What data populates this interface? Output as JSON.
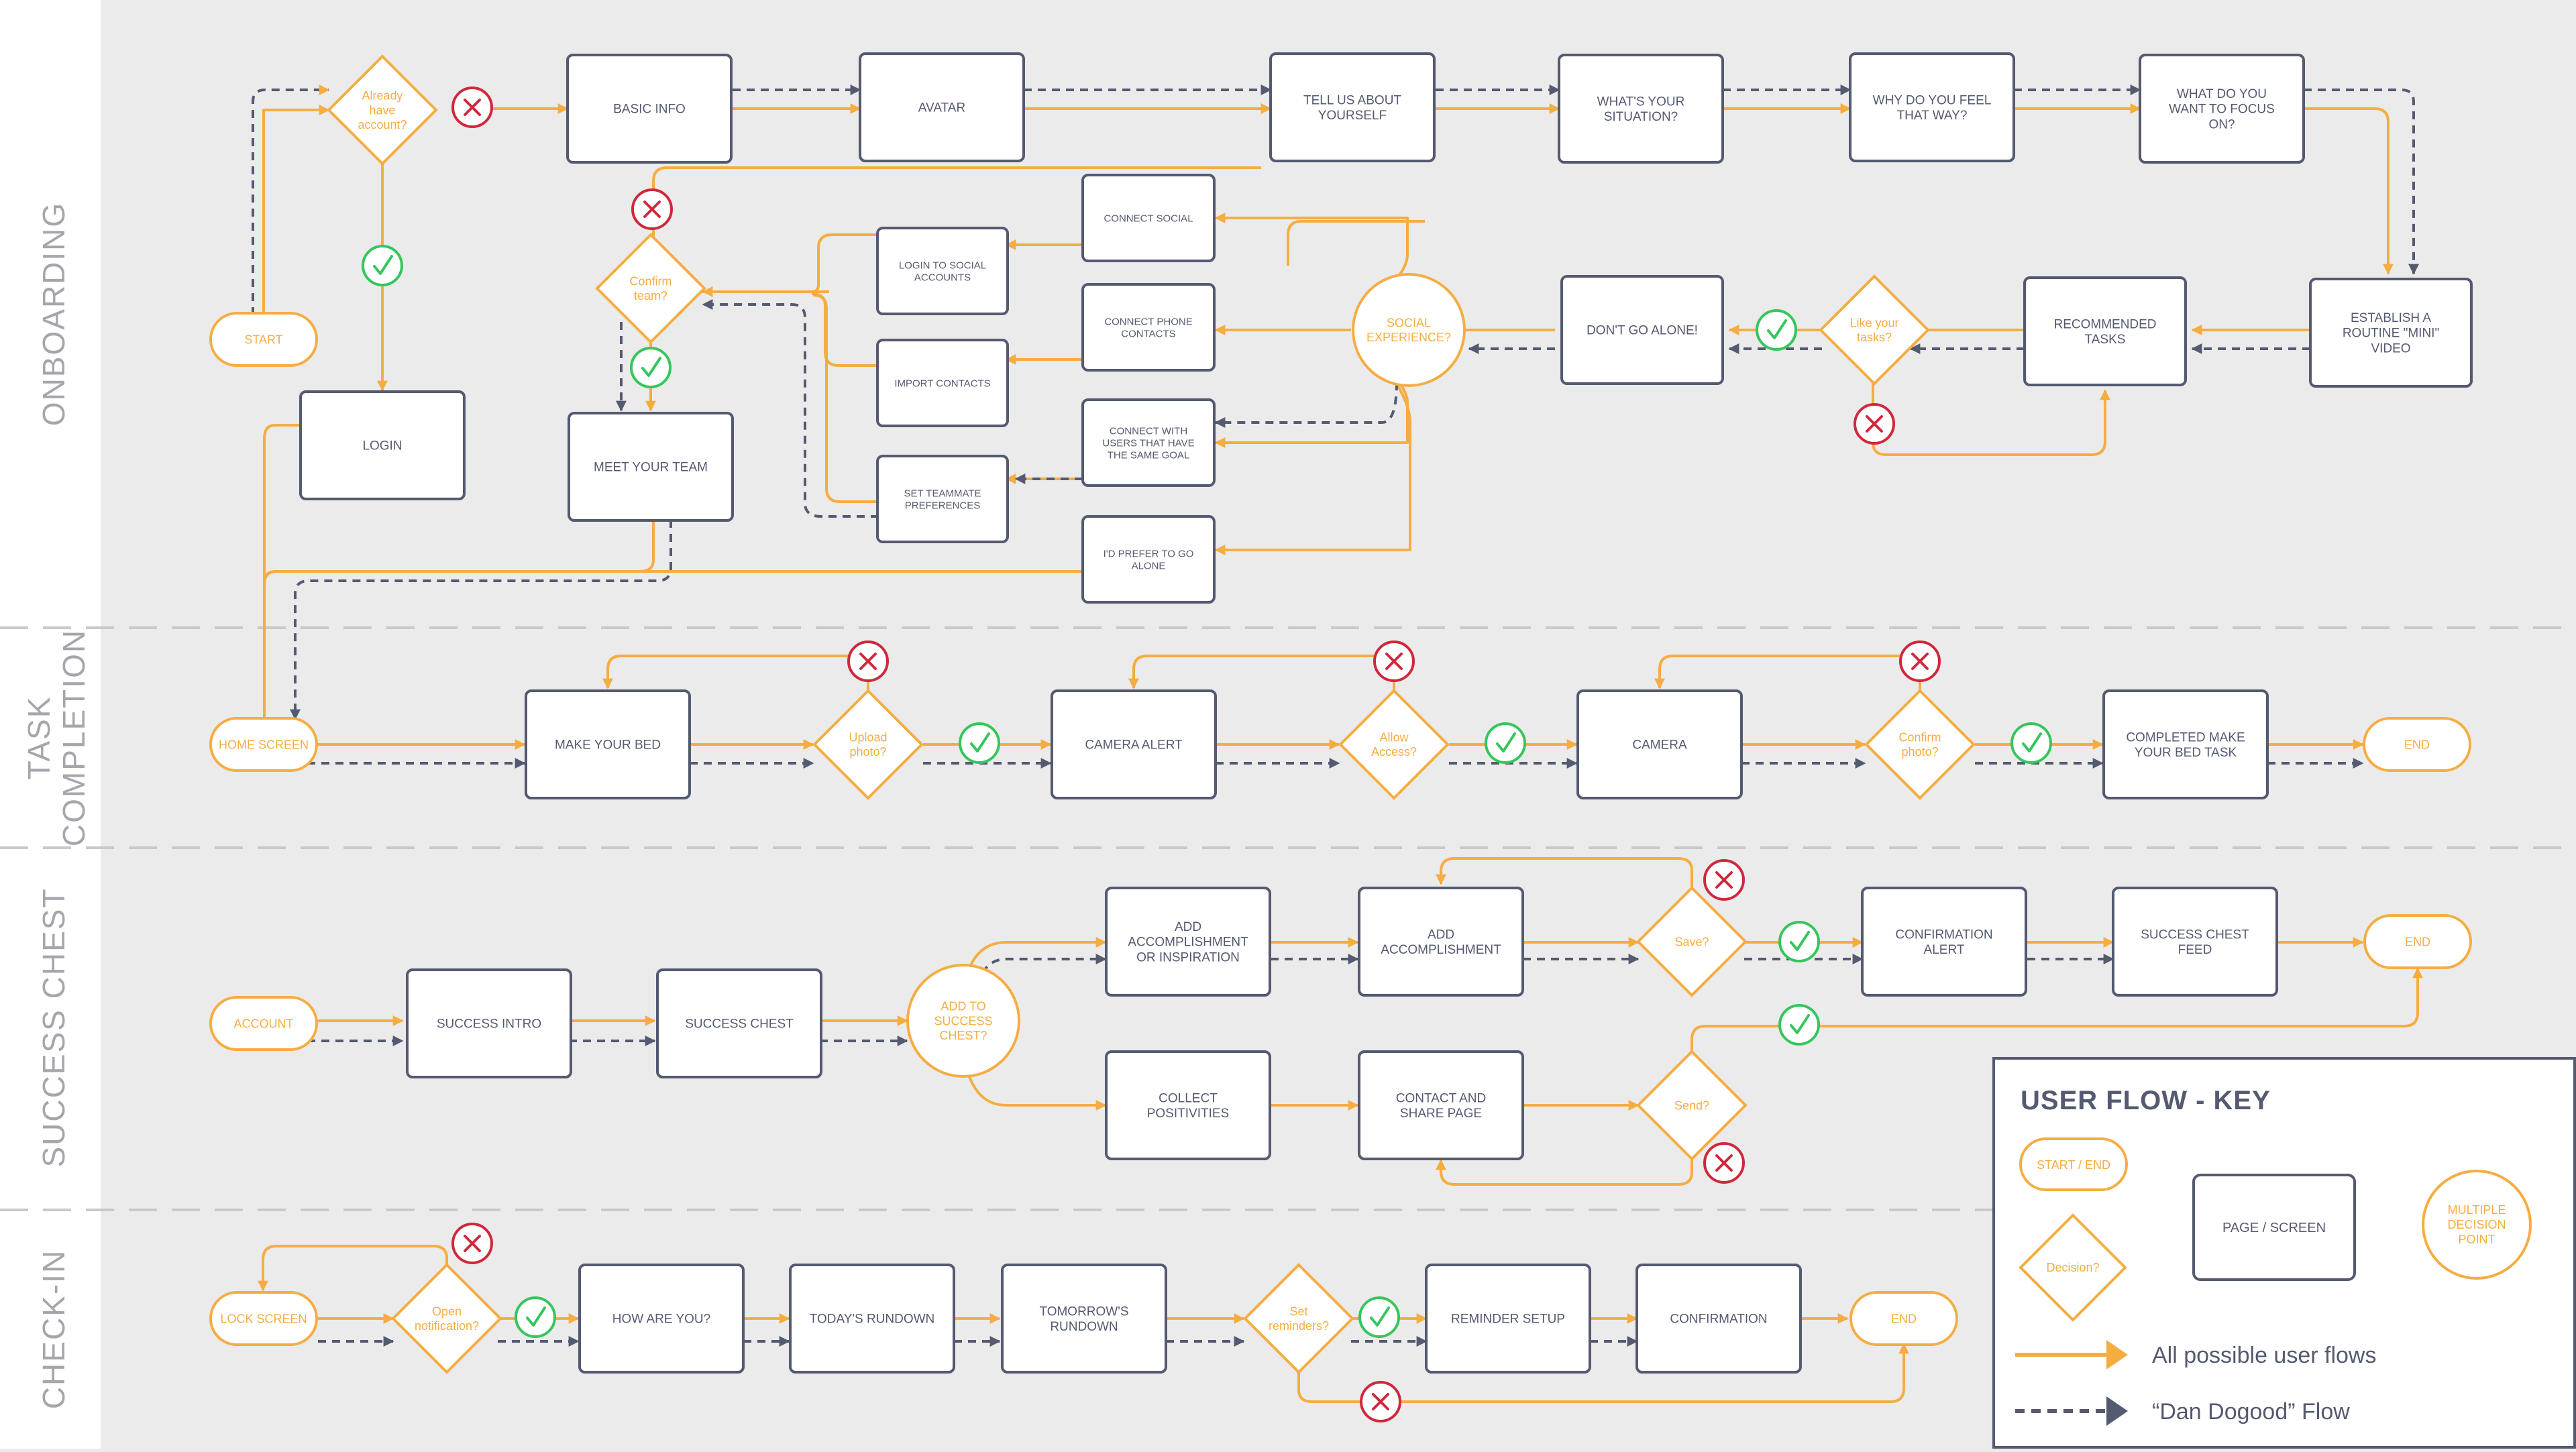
{
  "colors": {
    "background": "#ebebeb",
    "lane_header": "#ffffff",
    "lane_label": "#a4a6ab",
    "separator": "#c9c9cc",
    "orange": "#f5ad42",
    "navy": "#545a70",
    "red": "#d0283b",
    "green": "#35c65d",
    "node_fill": "#ffffff"
  },
  "lanes": [
    {
      "id": "onboarding",
      "label": "ONBOARDING"
    },
    {
      "id": "task",
      "label": "TASK|COMPLETION"
    },
    {
      "id": "success",
      "label": "SUCCESS CHEST"
    },
    {
      "id": "checkin",
      "label": "CHECK-IN"
    }
  ],
  "nodes": [
    {
      "id": "start",
      "kind": "terminal",
      "label": "START"
    },
    {
      "id": "already",
      "kind": "decision",
      "label": "Already|have|account?"
    },
    {
      "id": "basic",
      "kind": "screen",
      "label": "BASIC INFO"
    },
    {
      "id": "avatar",
      "kind": "screen",
      "label": "AVATAR"
    },
    {
      "id": "tell",
      "kind": "screen",
      "label": "TELL US ABOUT|YOURSELF"
    },
    {
      "id": "situation",
      "kind": "screen",
      "label": "WHAT'S YOUR|SITUATION?"
    },
    {
      "id": "feel",
      "kind": "screen",
      "label": "WHY DO YOU FEEL|THAT WAY?"
    },
    {
      "id": "focus",
      "kind": "screen",
      "label": "WHAT DO YOU|WANT TO FOCUS|ON?"
    },
    {
      "id": "login",
      "kind": "screen",
      "label": "LOGIN"
    },
    {
      "id": "confirm_team",
      "kind": "decision",
      "label": "Confirm|team?"
    },
    {
      "id": "meet",
      "kind": "screen",
      "label": "MEET YOUR TEAM"
    },
    {
      "id": "login_social",
      "kind": "screen_small",
      "label": "LOGIN TO SOCIAL|ACCOUNTS"
    },
    {
      "id": "import",
      "kind": "screen_small",
      "label": "IMPORT CONTACTS"
    },
    {
      "id": "set_pref",
      "kind": "screen_small",
      "label": "SET TEAMMATE|PREFERENCES"
    },
    {
      "id": "connect_social",
      "kind": "screen_small",
      "label": "CONNECT SOCIAL"
    },
    {
      "id": "connect_phone",
      "kind": "screen_small",
      "label": "CONNECT PHONE|CONTACTS"
    },
    {
      "id": "connect_users",
      "kind": "screen_small",
      "label": "CONNECT WITH|USERS THAT HAVE|THE SAME GOAL"
    },
    {
      "id": "prefer_alone",
      "kind": "screen_small",
      "label": "I'D PREFER TO GO|ALONE"
    },
    {
      "id": "social",
      "kind": "multi",
      "label": "SOCIAL|EXPERIENCE?"
    },
    {
      "id": "dont_alone",
      "kind": "screen",
      "label": "DON'T GO ALONE!"
    },
    {
      "id": "like_tasks",
      "kind": "decision",
      "label": "Like your|tasks?"
    },
    {
      "id": "recommended",
      "kind": "screen",
      "label": "RECOMMENDED|TASKS"
    },
    {
      "id": "routine",
      "kind": "screen",
      "label": "ESTABLISH A|ROUTINE \"MINI\"|VIDEO"
    },
    {
      "id": "home",
      "kind": "terminal",
      "label": "HOME SCREEN"
    },
    {
      "id": "make_bed",
      "kind": "screen",
      "label": "MAKE YOUR BED"
    },
    {
      "id": "upload",
      "kind": "decision",
      "label": "Upload|photo?"
    },
    {
      "id": "camera_alert",
      "kind": "screen",
      "label": "CAMERA ALERT"
    },
    {
      "id": "allow",
      "kind": "decision",
      "label": "Allow|Access?"
    },
    {
      "id": "camera",
      "kind": "screen",
      "label": "CAMERA"
    },
    {
      "id": "confirm_photo",
      "kind": "decision",
      "label": "Confirm|photo?"
    },
    {
      "id": "completed",
      "kind": "screen",
      "label": "COMPLETED MAKE|YOUR BED TASK"
    },
    {
      "id": "end1",
      "kind": "terminal",
      "label": "END"
    },
    {
      "id": "account",
      "kind": "terminal",
      "label": "ACCOUNT"
    },
    {
      "id": "success_intro",
      "kind": "screen",
      "label": "SUCCESS INTRO"
    },
    {
      "id": "success_chest",
      "kind": "screen",
      "label": "SUCCESS CHEST"
    },
    {
      "id": "add_to_chest",
      "kind": "multi",
      "label": "ADD TO|SUCCESS|CHEST?"
    },
    {
      "id": "add_acc_insp",
      "kind": "screen",
      "label": "ADD|ACCOMPLISHMENT|OR INSPIRATION"
    },
    {
      "id": "add_acc",
      "kind": "screen",
      "label": "ADD|ACCOMPLISHMENT"
    },
    {
      "id": "save",
      "kind": "decision",
      "label": "Save?"
    },
    {
      "id": "conf_alert",
      "kind": "screen",
      "label": "CONFIRMATION|ALERT"
    },
    {
      "id": "feed",
      "kind": "screen",
      "label": "SUCCESS CHEST|FEED"
    },
    {
      "id": "end2",
      "kind": "terminal",
      "label": "END"
    },
    {
      "id": "collect",
      "kind": "screen",
      "label": "COLLECT|POSITIVITIES"
    },
    {
      "id": "contact_share",
      "kind": "screen",
      "label": "CONTACT AND|SHARE PAGE"
    },
    {
      "id": "send",
      "kind": "decision",
      "label": "Send?"
    },
    {
      "id": "lock",
      "kind": "terminal",
      "label": "LOCK SCREEN"
    },
    {
      "id": "open_notif",
      "kind": "decision",
      "label": "Open|notification?"
    },
    {
      "id": "how",
      "kind": "screen",
      "label": "HOW ARE YOU?"
    },
    {
      "id": "rundown",
      "kind": "screen",
      "label": "TODAY'S RUNDOWN"
    },
    {
      "id": "tomorrow",
      "kind": "screen",
      "label": "TOMORROW'S|RUNDOWN"
    },
    {
      "id": "set_rem",
      "kind": "decision",
      "label": "Set|reminders?"
    },
    {
      "id": "rem_setup",
      "kind": "screen",
      "label": "REMINDER SETUP"
    },
    {
      "id": "confirmation",
      "kind": "screen",
      "label": "CONFIRMATION"
    },
    {
      "id": "end3",
      "kind": "terminal",
      "label": "END"
    }
  ],
  "key": {
    "title": "USER FLOW - KEY",
    "start_end": "START / END",
    "decision": "Decision?",
    "page_screen": "PAGE / SCREEN",
    "multi": "MULTIPLE|DECISION|POINT",
    "all_flows": "All possible user flows",
    "dan_flow": "“Dan Dogood” Flow"
  }
}
